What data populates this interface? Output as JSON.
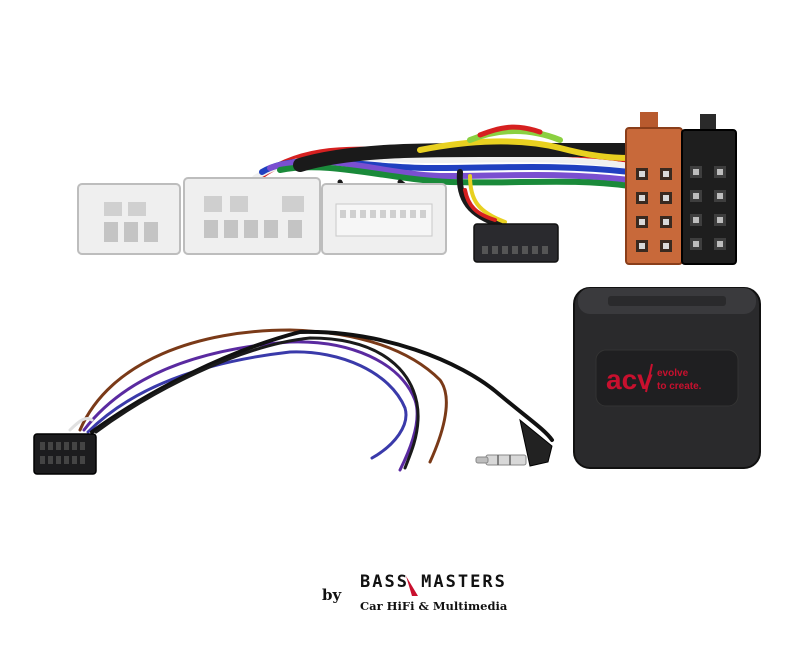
{
  "product": {
    "module_logo": "acv",
    "module_slogan_line1": "evolve",
    "module_slogan_line2": "to create."
  },
  "footer": {
    "by_label": "by",
    "brand": "BASS MASTERS",
    "tagline": "Car HiFi & Multimedia"
  },
  "colors": {
    "background": "#ffffff",
    "module_body": "#2a2a2c",
    "logo_red": "#c8102e",
    "iso_orange": "#c8693a",
    "iso_black": "#1e1e1e",
    "connector_white": "#efefef"
  }
}
